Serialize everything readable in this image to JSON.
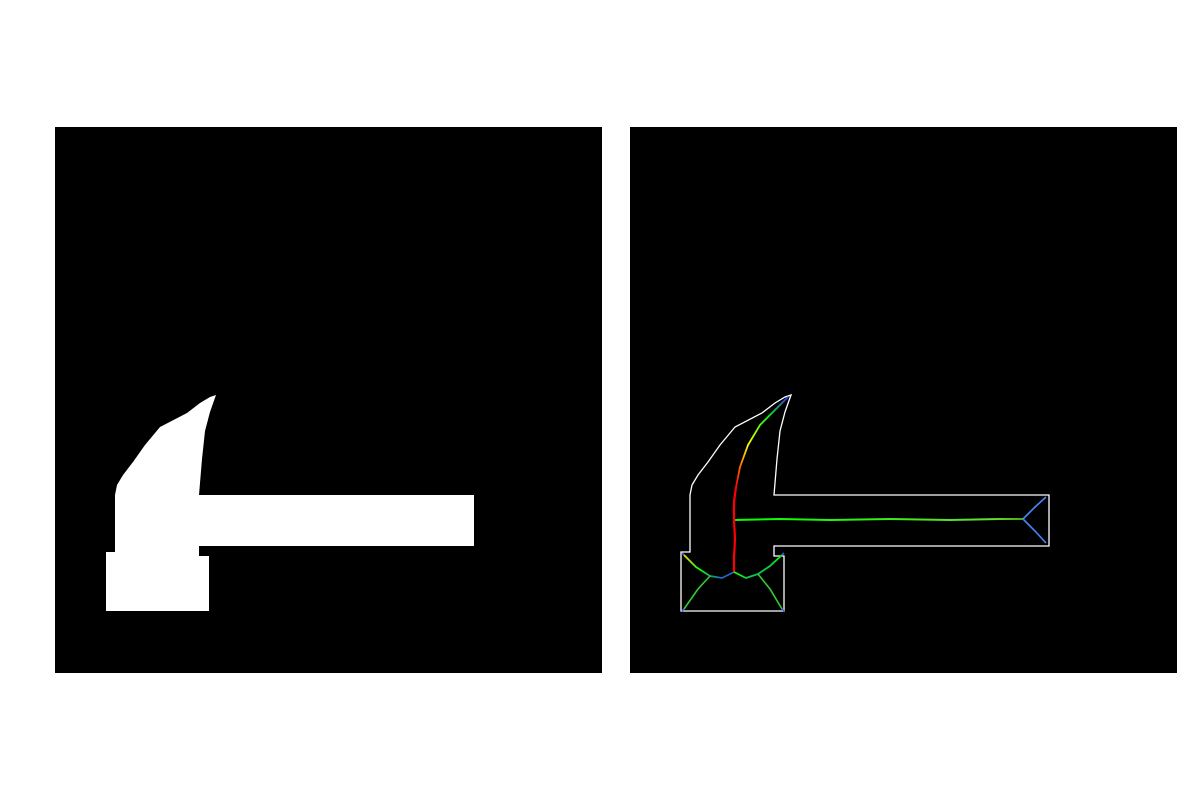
{
  "figure": {
    "background": "#ffffff",
    "panels": [
      {
        "name": "binary-mask",
        "background": "#000000",
        "foreground": "#ffffff",
        "subject": "hammer-silhouette"
      },
      {
        "name": "medial-axis-skeleton",
        "background": "#000000",
        "contour_color": "#ffffff",
        "skeleton_colormap": [
          "#ff0000",
          "#ffff00",
          "#00ff00",
          "#0000ff",
          "#ff00ff"
        ],
        "subject": "hammer-outline-with-skeleton"
      }
    ]
  }
}
